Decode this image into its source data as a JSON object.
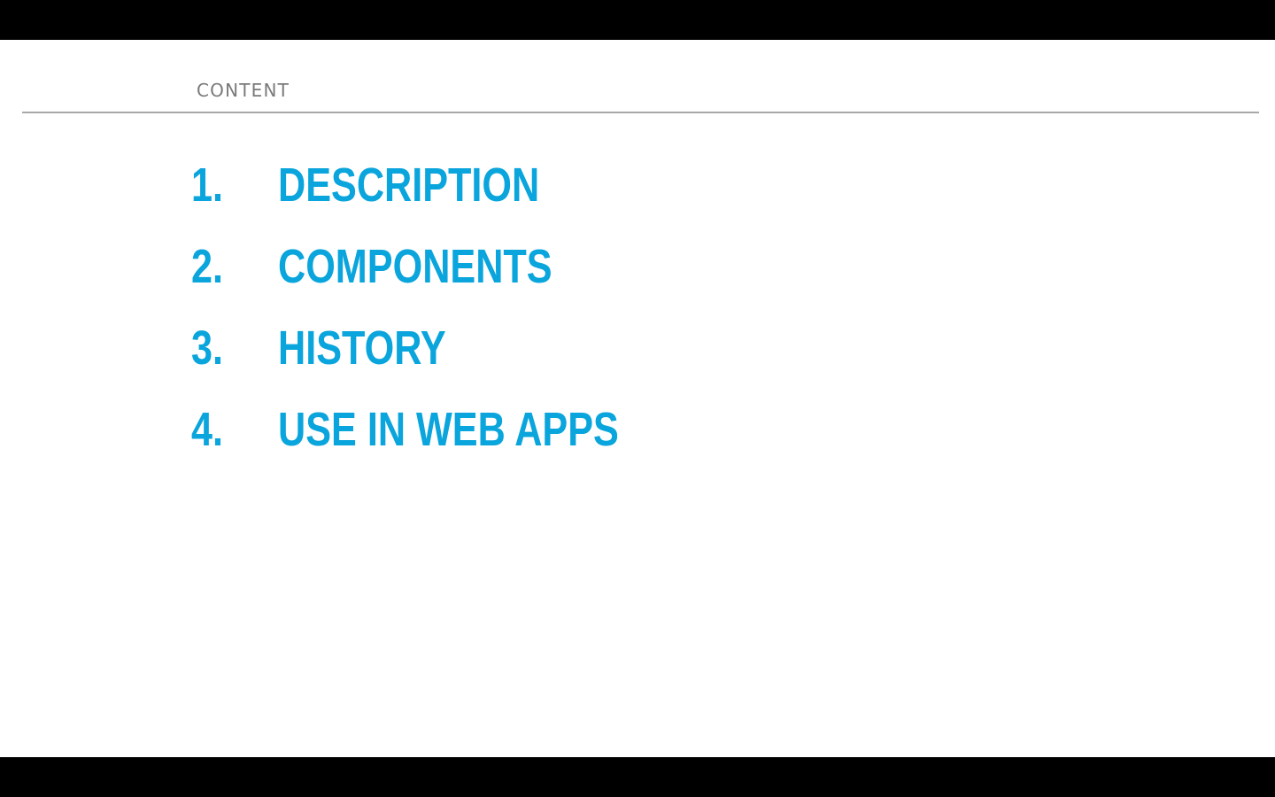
{
  "slide": {
    "section_title": "CONTENT",
    "items": [
      {
        "number": "1.",
        "label": "DESCRIPTION"
      },
      {
        "number": "2.",
        "label": "COMPONENTS"
      },
      {
        "number": "3.",
        "label": "HISTORY"
      },
      {
        "number": "4.",
        "label": "USE IN WEB APPS"
      }
    ]
  },
  "colors": {
    "accent": "#0aa5dc",
    "header_text": "#7a7a7a",
    "rule": "#a8a8a8",
    "background": "#ffffff",
    "letterbox": "#000000"
  }
}
